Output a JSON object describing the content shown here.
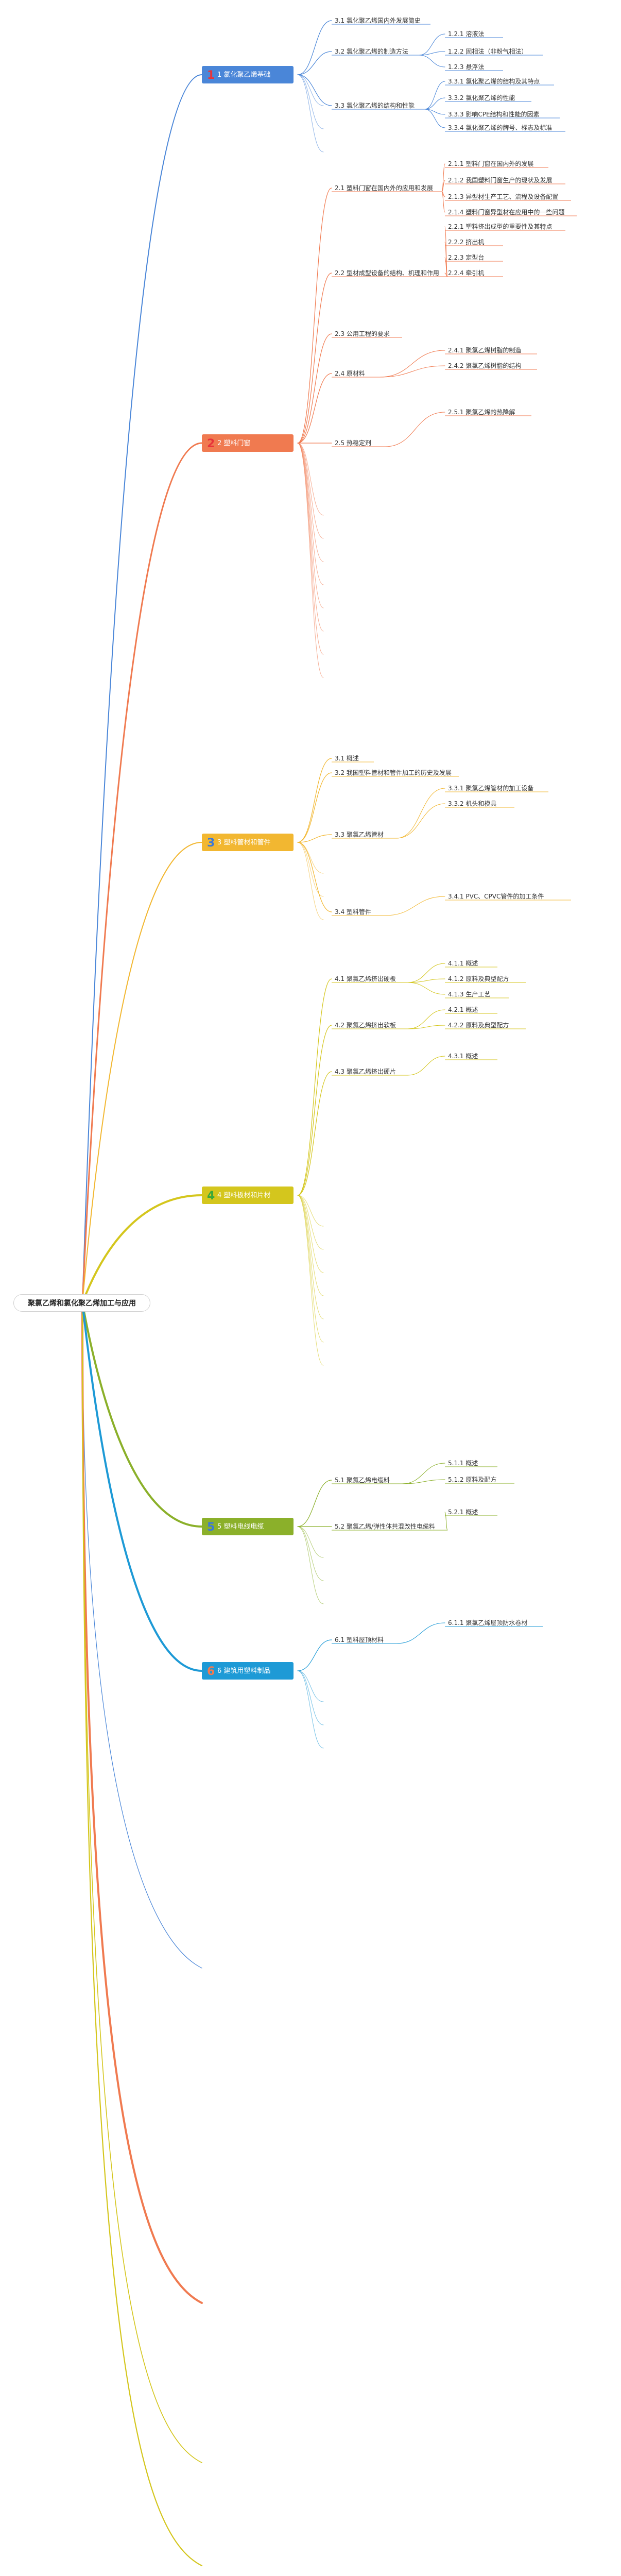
{
  "root": {
    "title": "聚氯乙烯和氯化聚乙烯加工与应用"
  },
  "sections": [
    {
      "num": "1",
      "label": "1 氯化聚乙烯基础",
      "color": "#4a86d8",
      "num_color": "#e8333a",
      "children": [
        {
          "label": "3.1 氯化聚乙烯国内外发展简史",
          "children": []
        },
        {
          "label": "3.2 氯化聚乙烯的制造方法",
          "children": [
            {
              "label": "1.2.1 溶液法"
            },
            {
              "label": "1.2.2 固相法（非粉气相法）"
            },
            {
              "label": "1.2.3 悬浮法"
            }
          ]
        },
        {
          "label": "3.3 氯化聚乙烯的结构和性能",
          "children": [
            {
              "label": "3.3.1 氯化聚乙烯的结构及其特点"
            },
            {
              "label": "3.3.2 氯化聚乙烯的性能"
            },
            {
              "label": "3.3.3 影响CPE结构和性能的因素"
            },
            {
              "label": "3.3.4 氯化聚乙烯的牌号、标志及标准"
            }
          ]
        }
      ]
    },
    {
      "num": "2",
      "label": "2 塑料门窗",
      "color": "#f07a50",
      "num_color": "#e8333a",
      "children": [
        {
          "label": "2.1 塑料门窗在国内外的应用和发展",
          "children": [
            {
              "label": "2.1.1 塑料门窗在国内外的发展"
            },
            {
              "label": "2.1.2 我国塑料门窗生产的现状及发展"
            },
            {
              "label": "2.1.3 异型材生产工艺、流程及设备配置"
            },
            {
              "label": "2.1.4 塑料门窗异型材在应用中的一些问题"
            }
          ]
        },
        {
          "label": "2.2 型材成型设备的结构、机理和作用",
          "children": [
            {
              "label": "2.2.1 塑料挤出成型的重要性及其特点"
            },
            {
              "label": "2.2.2 挤出机"
            },
            {
              "label": "2.2.3 定型台"
            },
            {
              "label": "2.2.4 牵引机"
            }
          ]
        },
        {
          "label": "2.3 公用工程的要求",
          "children": []
        },
        {
          "label": "2.4 原材料",
          "children": [
            {
              "label": "2.4.1 聚氯乙烯树脂的制造"
            },
            {
              "label": "2.4.2 聚氯乙烯树脂的结构"
            }
          ]
        },
        {
          "label": "2.5 热稳定剂",
          "children": [
            {
              "label": "2.5.1 聚氯乙烯的热降解"
            }
          ]
        }
      ]
    },
    {
      "num": "3",
      "label": "3 塑料管材和管件",
      "color": "#f2b731",
      "num_color": "#3c78d8",
      "children": [
        {
          "label": "3.1 概述",
          "children": []
        },
        {
          "label": "3.2 我国塑料管材和管件加工的历史及发展",
          "children": []
        },
        {
          "label": "3.3 聚氯乙烯管材",
          "children": [
            {
              "label": "3.3.1 聚氯乙烯管材的加工设备"
            },
            {
              "label": "3.3.2 机头和模具"
            }
          ]
        },
        {
          "label": "3.4 塑料管件",
          "children": [
            {
              "label": "3.4.1 PVC、CPVC管件的加工条件"
            }
          ]
        }
      ]
    },
    {
      "num": "4",
      "label": "4 塑料板材和片材",
      "color": "#d4c61d",
      "num_color": "#3aa83a",
      "children": [
        {
          "label": "4.1 聚氯乙烯挤出硬板",
          "children": [
            {
              "label": "4.1.1 概述"
            },
            {
              "label": "4.1.2 原料及典型配方"
            },
            {
              "label": "4.1.3 生产工艺"
            }
          ]
        },
        {
          "label": "4.2 聚氯乙烯挤出软板",
          "children": [
            {
              "label": "4.2.1 概述"
            },
            {
              "label": "4.2.2 原料及典型配方"
            }
          ]
        },
        {
          "label": "4.3 聚氯乙烯挤出硬片",
          "children": [
            {
              "label": "4.3.1 概述"
            }
          ]
        }
      ]
    },
    {
      "num": "5",
      "label": "5 塑料电线电缆",
      "color": "#8bb02a",
      "num_color": "#3c78d8",
      "children": [
        {
          "label": "5.1 聚氯乙烯电缆料",
          "children": [
            {
              "label": "5.1.1 概述"
            },
            {
              "label": "5.1.2 原料及配方"
            }
          ]
        },
        {
          "label": "5.2 聚氯乙烯/弹性体共混改性电缆料",
          "children": [
            {
              "label": "5.2.1 概述"
            }
          ]
        }
      ]
    },
    {
      "num": "6",
      "label": "6 建筑用塑料制品",
      "color": "#1e9ad6",
      "num_color": "#f07a50",
      "children": [
        {
          "label": "6.1 塑料屋顶材料",
          "children": [
            {
              "label": "6.1.1 聚氯乙烯屋顶防水卷材"
            }
          ]
        }
      ]
    }
  ]
}
